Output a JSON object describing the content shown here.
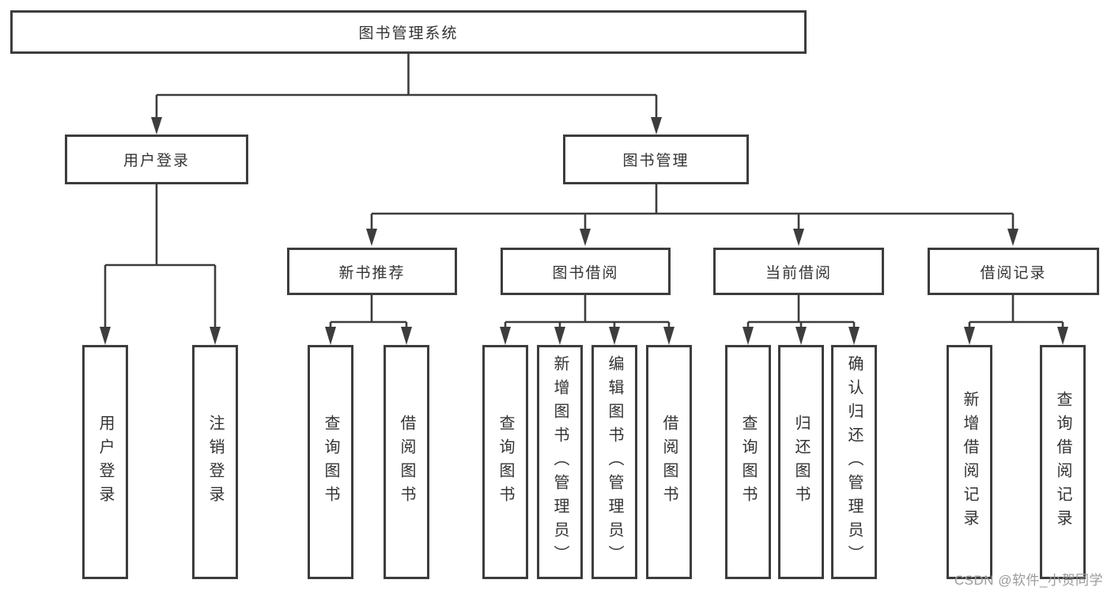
{
  "diagram": {
    "root": {
      "label": "图书管理系统"
    },
    "branches": [
      {
        "label": "用户登录",
        "children": [
          {
            "label": "用户登录"
          },
          {
            "label": "注销登录"
          }
        ]
      },
      {
        "label": "图书管理",
        "children": [
          {
            "label": "新书推荐",
            "children": [
              {
                "label": "查询图书"
              },
              {
                "label": "借阅图书"
              }
            ]
          },
          {
            "label": "图书借阅",
            "children": [
              {
                "label": "查询图书"
              },
              {
                "label": "新增图书（管理员）"
              },
              {
                "label": "编辑图书（管理员）"
              },
              {
                "label": "借阅图书"
              }
            ]
          },
          {
            "label": "当前借阅",
            "children": [
              {
                "label": "查询图书"
              },
              {
                "label": "归还图书"
              },
              {
                "label": "确认归还（管理员）"
              }
            ]
          },
          {
            "label": "借阅记录",
            "children": [
              {
                "label": "新增借阅记录"
              },
              {
                "label": "查询借阅记录"
              }
            ]
          }
        ]
      }
    ]
  },
  "watermark": {
    "text": "CSDN @软件_小贺同学"
  },
  "colors": {
    "line": "#3d3d3d",
    "text": "#333333",
    "watermark": "#9b9b9b",
    "background": "#ffffff"
  }
}
